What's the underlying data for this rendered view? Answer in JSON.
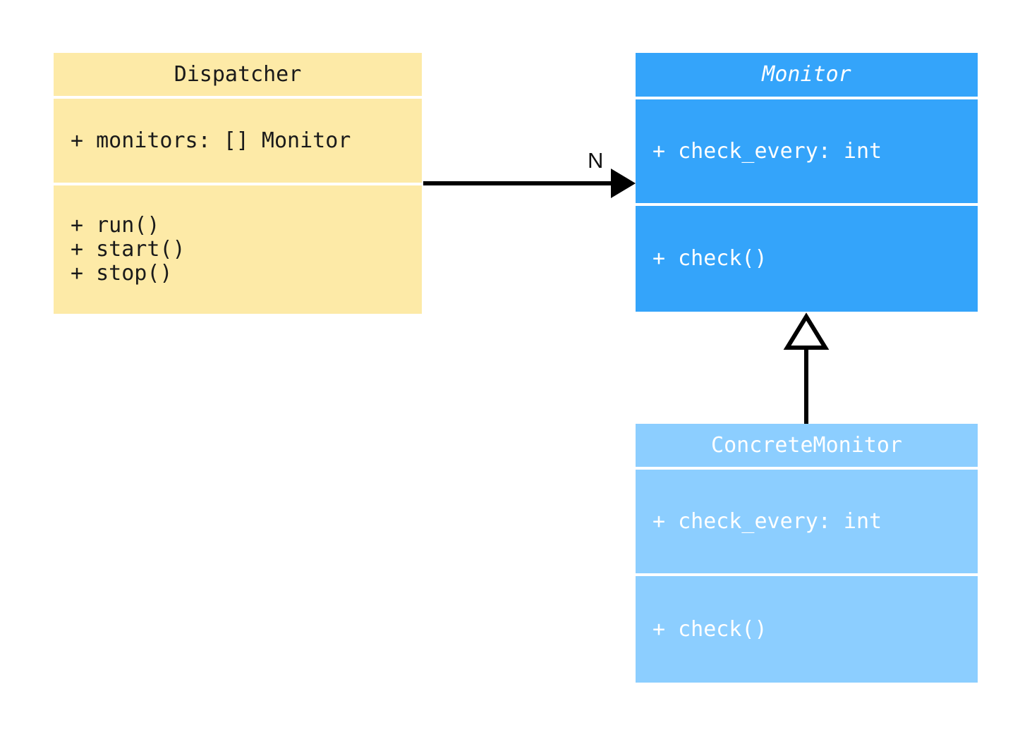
{
  "diagram": {
    "type": "uml-class-diagram",
    "background": "#ffffff",
    "classes": [
      {
        "id": "dispatcher",
        "name": "Dispatcher",
        "abstract": false,
        "fill": "#fdeaa7",
        "text_color": "#1a1a1a",
        "attributes": [
          "+ monitors: [] Monitor"
        ],
        "methods": [
          "+ run()",
          "+ start()",
          "+ stop()"
        ]
      },
      {
        "id": "monitor",
        "name": "Monitor",
        "abstract": true,
        "fill": "#34a4fa",
        "text_color": "#ffffff",
        "attributes": [
          "+ check_every: int"
        ],
        "methods": [
          "+ check()"
        ]
      },
      {
        "id": "concrete_monitor",
        "name": "ConcreteMonitor",
        "abstract": false,
        "fill": "#8cceff",
        "text_color": "#ffffff",
        "attributes": [
          "+ check_every: int"
        ],
        "methods": [
          "+ check()"
        ]
      }
    ],
    "relationships": [
      {
        "id": "dispatcher-monitor-association",
        "kind": "association",
        "from": "Dispatcher",
        "to": "Monitor",
        "multiplicity": "N",
        "arrow": "solid-filled",
        "line_color": "#000000"
      },
      {
        "id": "concrete-monitor-generalization",
        "kind": "generalization",
        "from": "ConcreteMonitor",
        "to": "Monitor",
        "arrow": "hollow-triangle",
        "line_color": "#000000"
      }
    ]
  }
}
